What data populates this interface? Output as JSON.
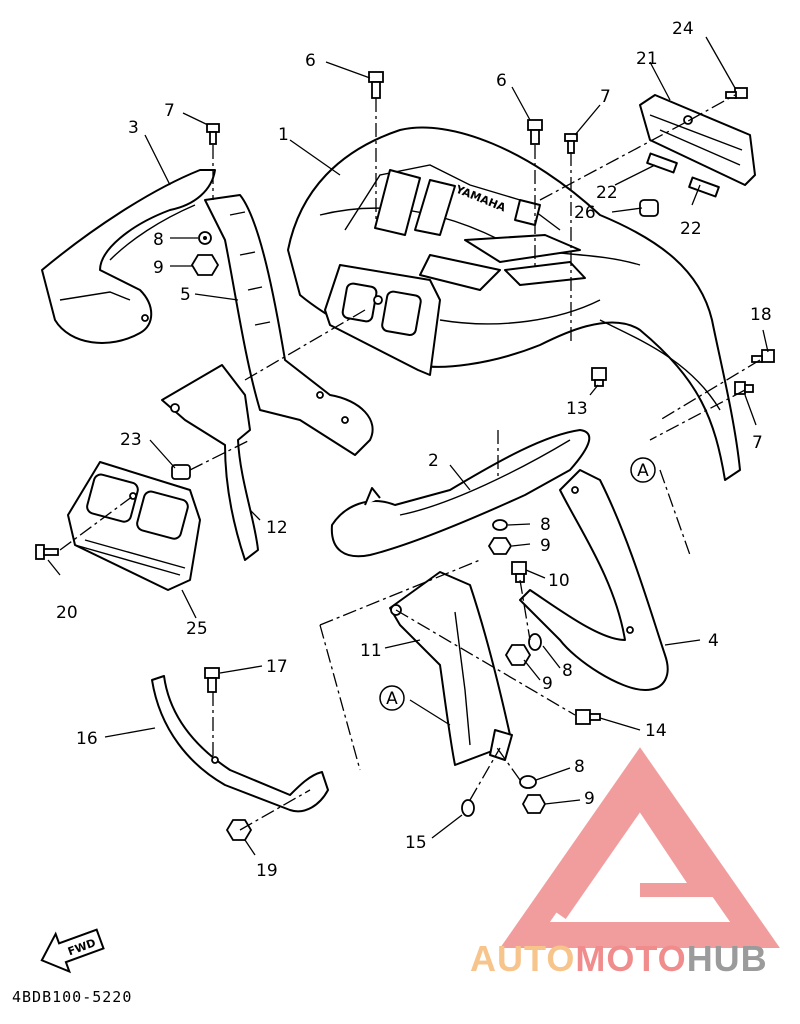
{
  "diagram": {
    "callouts": [
      {
        "id": "c1",
        "label": "1"
      },
      {
        "id": "c2",
        "label": "2"
      },
      {
        "id": "c3",
        "label": "3"
      },
      {
        "id": "c4",
        "label": "4"
      },
      {
        "id": "c5",
        "label": "5"
      },
      {
        "id": "c6a",
        "label": "6"
      },
      {
        "id": "c6b",
        "label": "6"
      },
      {
        "id": "c7a",
        "label": "7"
      },
      {
        "id": "c7b",
        "label": "7"
      },
      {
        "id": "c7c",
        "label": "7"
      },
      {
        "id": "c8a",
        "label": "8"
      },
      {
        "id": "c8b",
        "label": "8"
      },
      {
        "id": "c8c",
        "label": "8"
      },
      {
        "id": "c8d",
        "label": "8"
      },
      {
        "id": "c9a",
        "label": "9"
      },
      {
        "id": "c9b",
        "label": "9"
      },
      {
        "id": "c9c",
        "label": "9"
      },
      {
        "id": "c9d",
        "label": "9"
      },
      {
        "id": "c10",
        "label": "10"
      },
      {
        "id": "c11",
        "label": "11"
      },
      {
        "id": "c12",
        "label": "12"
      },
      {
        "id": "c13",
        "label": "13"
      },
      {
        "id": "c14",
        "label": "14"
      },
      {
        "id": "c15",
        "label": "15"
      },
      {
        "id": "c16",
        "label": "16"
      },
      {
        "id": "c17",
        "label": "17"
      },
      {
        "id": "c18",
        "label": "18"
      },
      {
        "id": "c19",
        "label": "19"
      },
      {
        "id": "c20",
        "label": "20"
      },
      {
        "id": "c21",
        "label": "21"
      },
      {
        "id": "c22a",
        "label": "22"
      },
      {
        "id": "c22b",
        "label": "22"
      },
      {
        "id": "c23",
        "label": "23"
      },
      {
        "id": "c24",
        "label": "24"
      },
      {
        "id": "c25",
        "label": "25"
      },
      {
        "id": "c26",
        "label": "26"
      }
    ],
    "ref_marks": [
      {
        "id": "refA1",
        "label": "A"
      },
      {
        "id": "refA2",
        "label": "A"
      }
    ],
    "fwd_label": "FWD",
    "brand_on_fender": "YAMAHA",
    "drawing_code": "4BDB100-5220"
  },
  "watermark": {
    "part1": "AUTO",
    "part2": "MOTO",
    "part3": "HUB",
    "colors": {
      "yellow": "#f7c48b",
      "red": "#f08c8c",
      "gray": "#9b9b9b"
    }
  }
}
